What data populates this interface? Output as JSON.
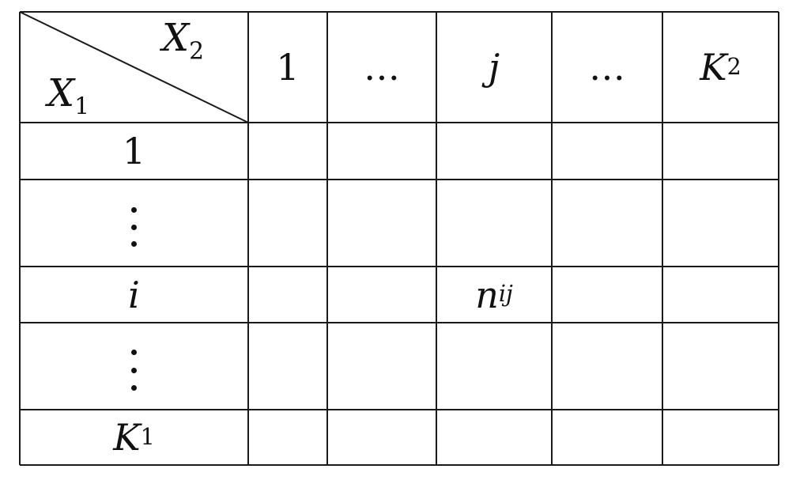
{
  "corner": {
    "row_variable": "X",
    "row_variable_sub": "1",
    "col_variable": "X",
    "col_variable_sub": "2"
  },
  "columns": [
    {
      "main": "1",
      "sub": ""
    },
    {
      "main": "…",
      "sub": ""
    },
    {
      "main": "j",
      "sub": ""
    },
    {
      "main": "…",
      "sub": ""
    },
    {
      "main": "K",
      "sub": "2"
    }
  ],
  "rows": [
    {
      "main": "1",
      "sub": "",
      "kind": "text"
    },
    {
      "main": "⋮",
      "sub": "",
      "kind": "vdots"
    },
    {
      "main": "i",
      "sub": "",
      "kind": "text"
    },
    {
      "main": "⋮",
      "sub": "",
      "kind": "vdots"
    },
    {
      "main": "K",
      "sub": "1",
      "kind": "text"
    }
  ],
  "highlight_cell": {
    "main": "n",
    "sub": "ij",
    "row_index": 2,
    "col_index": 2
  },
  "colors": {
    "line": "#1a1a1a",
    "text": "#111111",
    "background": "#ffffff"
  }
}
